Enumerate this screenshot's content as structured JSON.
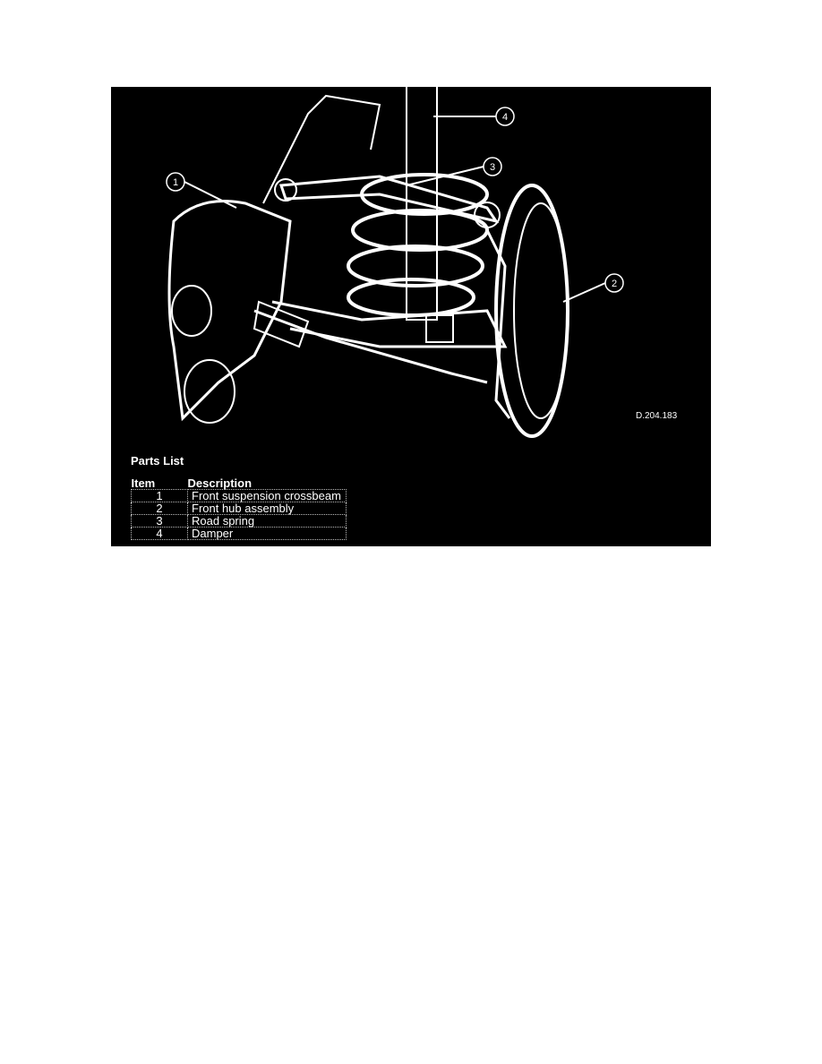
{
  "figure": {
    "code": "D.204.183",
    "callouts": [
      "1",
      "2",
      "3",
      "4"
    ]
  },
  "parts_list": {
    "title": "Parts List",
    "headers": {
      "item": "Item",
      "description": "Description"
    },
    "rows": [
      {
        "item": "1",
        "description": "Front suspension crossbeam"
      },
      {
        "item": "2",
        "description": "Front hub assembly"
      },
      {
        "item": "3",
        "description": "Road spring"
      },
      {
        "item": "4",
        "description": "Damper"
      }
    ]
  }
}
